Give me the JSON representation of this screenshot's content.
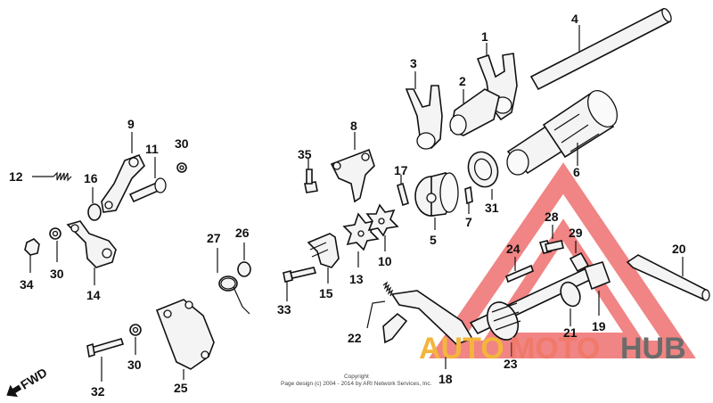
{
  "parts": [
    {
      "id": "p1",
      "number": "1"
    },
    {
      "id": "p2",
      "number": "2"
    },
    {
      "id": "p3",
      "number": "3"
    },
    {
      "id": "p4",
      "number": "4"
    },
    {
      "id": "p5",
      "number": "5"
    },
    {
      "id": "p6",
      "number": "6"
    },
    {
      "id": "p7",
      "number": "7"
    },
    {
      "id": "p8",
      "number": "8"
    },
    {
      "id": "p9",
      "number": "9"
    },
    {
      "id": "p10",
      "number": "10"
    },
    {
      "id": "p11",
      "number": "11"
    },
    {
      "id": "p12",
      "number": "12"
    },
    {
      "id": "p13",
      "number": "13"
    },
    {
      "id": "p14",
      "number": "14"
    },
    {
      "id": "p15",
      "number": "15"
    },
    {
      "id": "p16",
      "number": "16"
    },
    {
      "id": "p17",
      "number": "17"
    },
    {
      "id": "p18",
      "number": "18"
    },
    {
      "id": "p19",
      "number": "19"
    },
    {
      "id": "p20",
      "number": "20"
    },
    {
      "id": "p21",
      "number": "21"
    },
    {
      "id": "p22",
      "number": "22"
    },
    {
      "id": "p23",
      "number": "23"
    },
    {
      "id": "p24",
      "number": "24"
    },
    {
      "id": "p25",
      "number": "25"
    },
    {
      "id": "p26",
      "number": "26"
    },
    {
      "id": "p27",
      "number": "27"
    },
    {
      "id": "p28",
      "number": "28"
    },
    {
      "id": "p29",
      "number": "29"
    },
    {
      "id": "p30a",
      "number": "30"
    },
    {
      "id": "p30b",
      "number": "30"
    },
    {
      "id": "p30c",
      "number": "30"
    },
    {
      "id": "p31",
      "number": "31"
    },
    {
      "id": "p32",
      "number": "32"
    },
    {
      "id": "p33",
      "number": "33"
    },
    {
      "id": "p34",
      "number": "34"
    },
    {
      "id": "p35",
      "number": "35"
    }
  ],
  "fwd_label": "FWD",
  "watermark": {
    "part1": "AUTO",
    "part2": "MOTO",
    "part3": "HUB",
    "color1": "#f3b53c",
    "color2": "#f07a6a",
    "color3": "#6b6b6b",
    "triangle_color": "#ef6f6f"
  },
  "copyright_line1": "Copyright",
  "copyright_line2": "Page design (c) 2004 - 2014 by ARI Network Services, Inc."
}
